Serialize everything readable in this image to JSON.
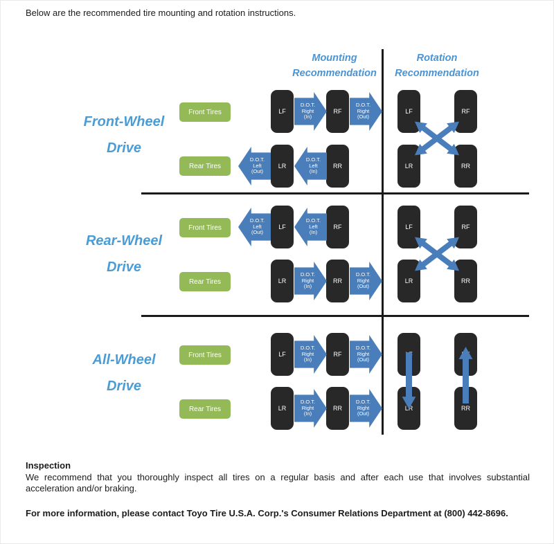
{
  "page": {
    "intro": "Below are the recommended tire mounting and rotation instructions.",
    "inspection": {
      "title": "Inspection",
      "body": "We recommend that you thoroughly inspect all tires on a regular basis and after each use that involves substantial acceleration and/or braking."
    },
    "contact": "For more information, please contact Toyo Tire U.S.A. Corp.'s Consumer Relations Department at (800) 442-8696."
  },
  "diagram": {
    "headers": {
      "mounting": {
        "line1": "Mounting",
        "line2": "Recommendation"
      },
      "rotation": {
        "line1": "Rotation",
        "line2": "Recommendation"
      }
    },
    "drive_rows": [
      {
        "label1": "Front-Wheel",
        "label2": "Drive"
      },
      {
        "label1": "Rear-Wheel",
        "label2": "Drive"
      },
      {
        "label1": "All-Wheel",
        "label2": "Drive"
      }
    ],
    "tire_groups": {
      "front": "Front Tires",
      "rear": "Rear Tires"
    },
    "tires": {
      "lf": "LF",
      "rf": "RF",
      "lr": "LR",
      "rr": "RR"
    },
    "arrows": {
      "fwd_front_mid": {
        "l1": "D.O.T.",
        "l2": "Right",
        "l3": "(In)"
      },
      "fwd_front_right": {
        "l1": "D.O.T.",
        "l2": "Right",
        "l3": "(Out)"
      },
      "fwd_rear_left": {
        "l1": "D.O.T.",
        "l2": "Left",
        "l3": "(Out)"
      },
      "fwd_rear_mid": {
        "l1": "D.O.T.",
        "l2": "Left",
        "l3": "(In)"
      },
      "rwd_front_left": {
        "l1": "D.O.T.",
        "l2": "Left",
        "l3": "(Out)"
      },
      "rwd_front_mid": {
        "l1": "D.O.T.",
        "l2": "Left",
        "l3": "(In)"
      },
      "rwd_rear_mid": {
        "l1": "D.O.T.",
        "l2": "Right",
        "l3": "(In)"
      },
      "rwd_rear_right": {
        "l1": "D.O.T.",
        "l2": "Right",
        "l3": "(Out)"
      },
      "awd_front_mid": {
        "l1": "D.O.T.",
        "l2": "Right",
        "l3": "(In)"
      },
      "awd_front_right": {
        "l1": "D.O.T.",
        "l2": "Right",
        "l3": "(Out)"
      },
      "awd_rear_mid": {
        "l1": "D.O.T.",
        "l2": "Right",
        "l3": "(In)"
      },
      "awd_rear_right": {
        "l1": "D.O.T.",
        "l2": "Right",
        "l3": "(Out)"
      }
    },
    "colors": {
      "blue_text": "#4a9cd6",
      "arrow_blue": "#4a7ebb",
      "tire_black": "#282828",
      "pill_green": "#94ba58"
    }
  }
}
